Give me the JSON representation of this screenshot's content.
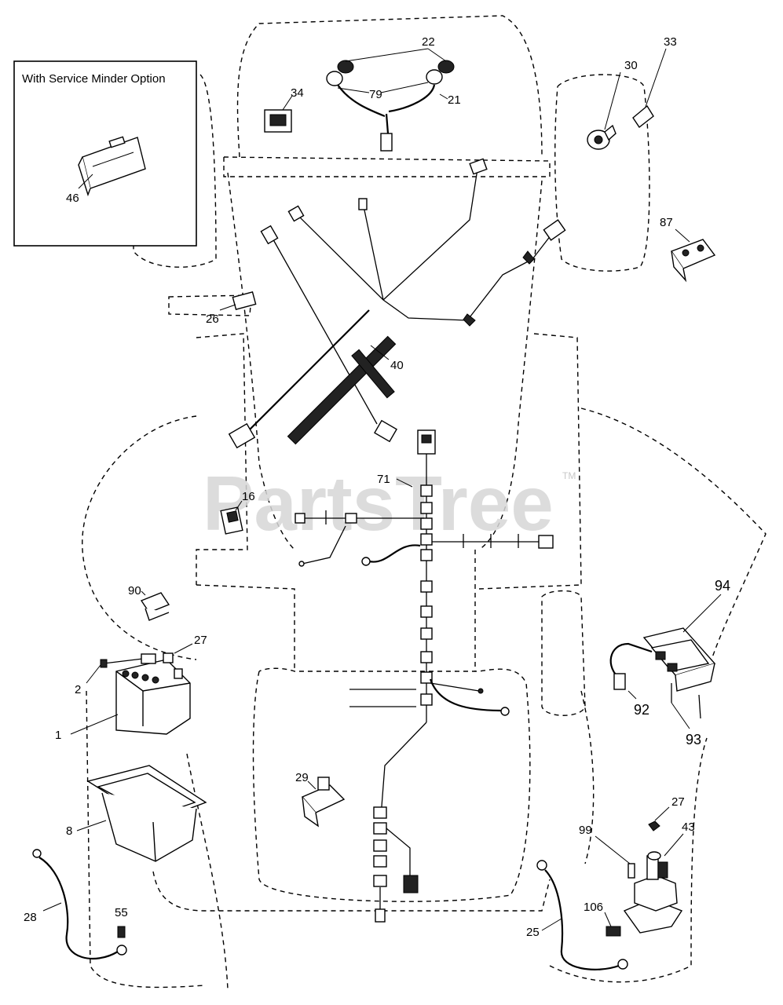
{
  "watermark": {
    "brand": "PartsTree",
    "trademark": "TM"
  },
  "inset": {
    "title": "With Service Minder Option",
    "part_number": "46"
  },
  "callouts": {
    "c22": "22",
    "c79": "79",
    "c21": "21",
    "c34": "34",
    "c30": "30",
    "c33": "33",
    "c87": "87",
    "c26": "26",
    "c40": "40",
    "c71": "71",
    "c16": "16",
    "c90": "90",
    "c27a": "27",
    "c2": "2",
    "c1": "1",
    "c8": "8",
    "c94": "94",
    "c92": "92",
    "c93": "93",
    "c29": "29",
    "c27b": "27",
    "c43": "43",
    "c99": "99",
    "c106": "106",
    "c28": "28",
    "c55": "55",
    "c25": "25"
  }
}
